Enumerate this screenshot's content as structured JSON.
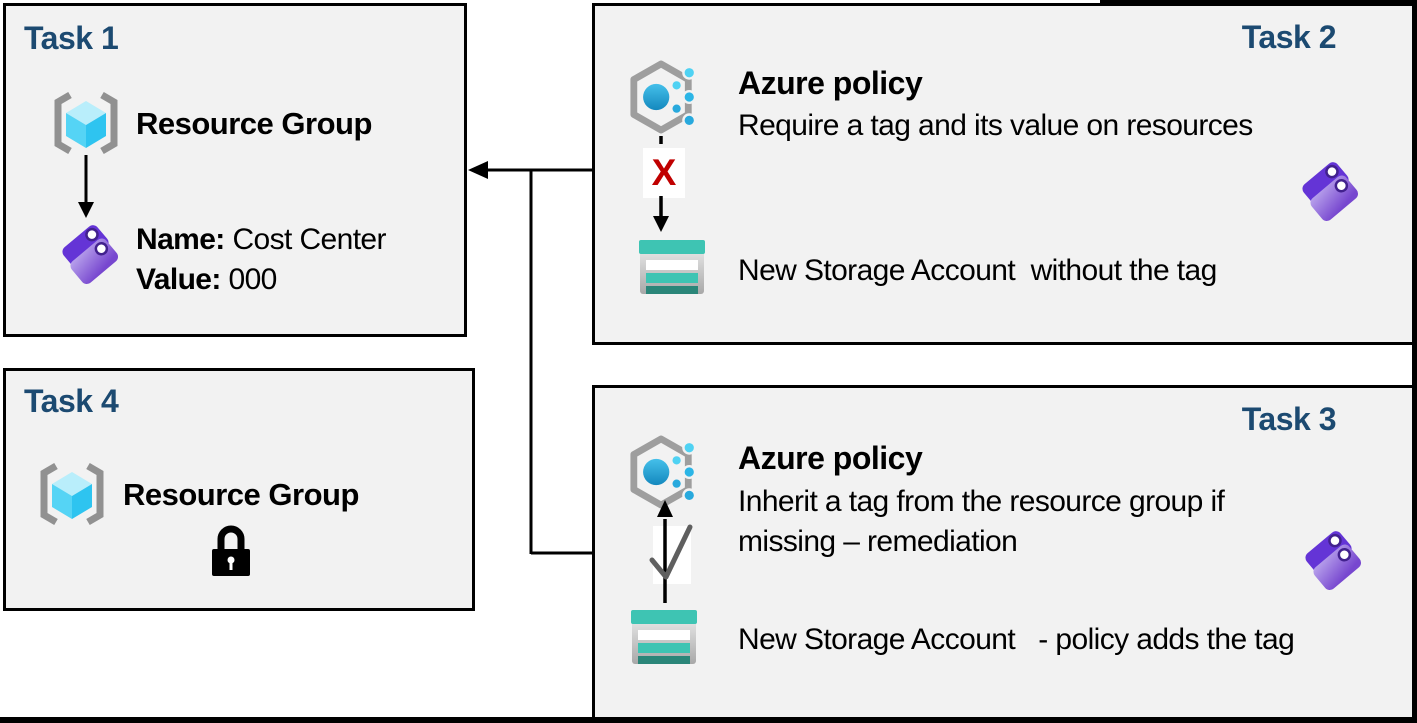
{
  "tasks": {
    "task1": {
      "title": "Task 1",
      "resource_group_label": "Resource Group",
      "tag_name_label": "Name: ",
      "tag_name_value": "Cost Center",
      "tag_value_label": "Value: ",
      "tag_value_value": "000"
    },
    "task2": {
      "title": "Task 2",
      "policy_name": "Azure policy",
      "policy_description": "Require a tag and its value on resources",
      "rejection_mark": "X",
      "storage_caption": "New Storage Account  without the tag"
    },
    "task3": {
      "title": "Task 3",
      "policy_name": "Azure policy",
      "policy_description_line1": "Inherit a tag from the resource group if",
      "policy_description_line2": "missing – remediation",
      "storage_caption": "New Storage Account   - policy adds the tag"
    },
    "task4": {
      "title": "Task 4",
      "resource_group_label": "Resource Group"
    }
  },
  "colors": {
    "task_title_blue": "#1C4A71",
    "box_fill": "#F2F2F2",
    "box_border": "#000000",
    "rejection_red": "#C00000",
    "storage_teal": "#3EC4B3",
    "storage_teal_dark": "#2B8679",
    "tag_purple_front": "#7E4FD4",
    "tag_purple_back": "#6434D6",
    "policy_dot_blue": "#25A8DA",
    "cube_cyan": "#2EC4F0",
    "bracket_gray": "#919191"
  },
  "icons": {
    "resource_group": "resource-group-icon",
    "azure_policy": "azure-policy-icon",
    "storage_account": "storage-account-icon",
    "tag": "tag-icon",
    "lock": "lock-icon",
    "arrow": "arrow-connector"
  }
}
